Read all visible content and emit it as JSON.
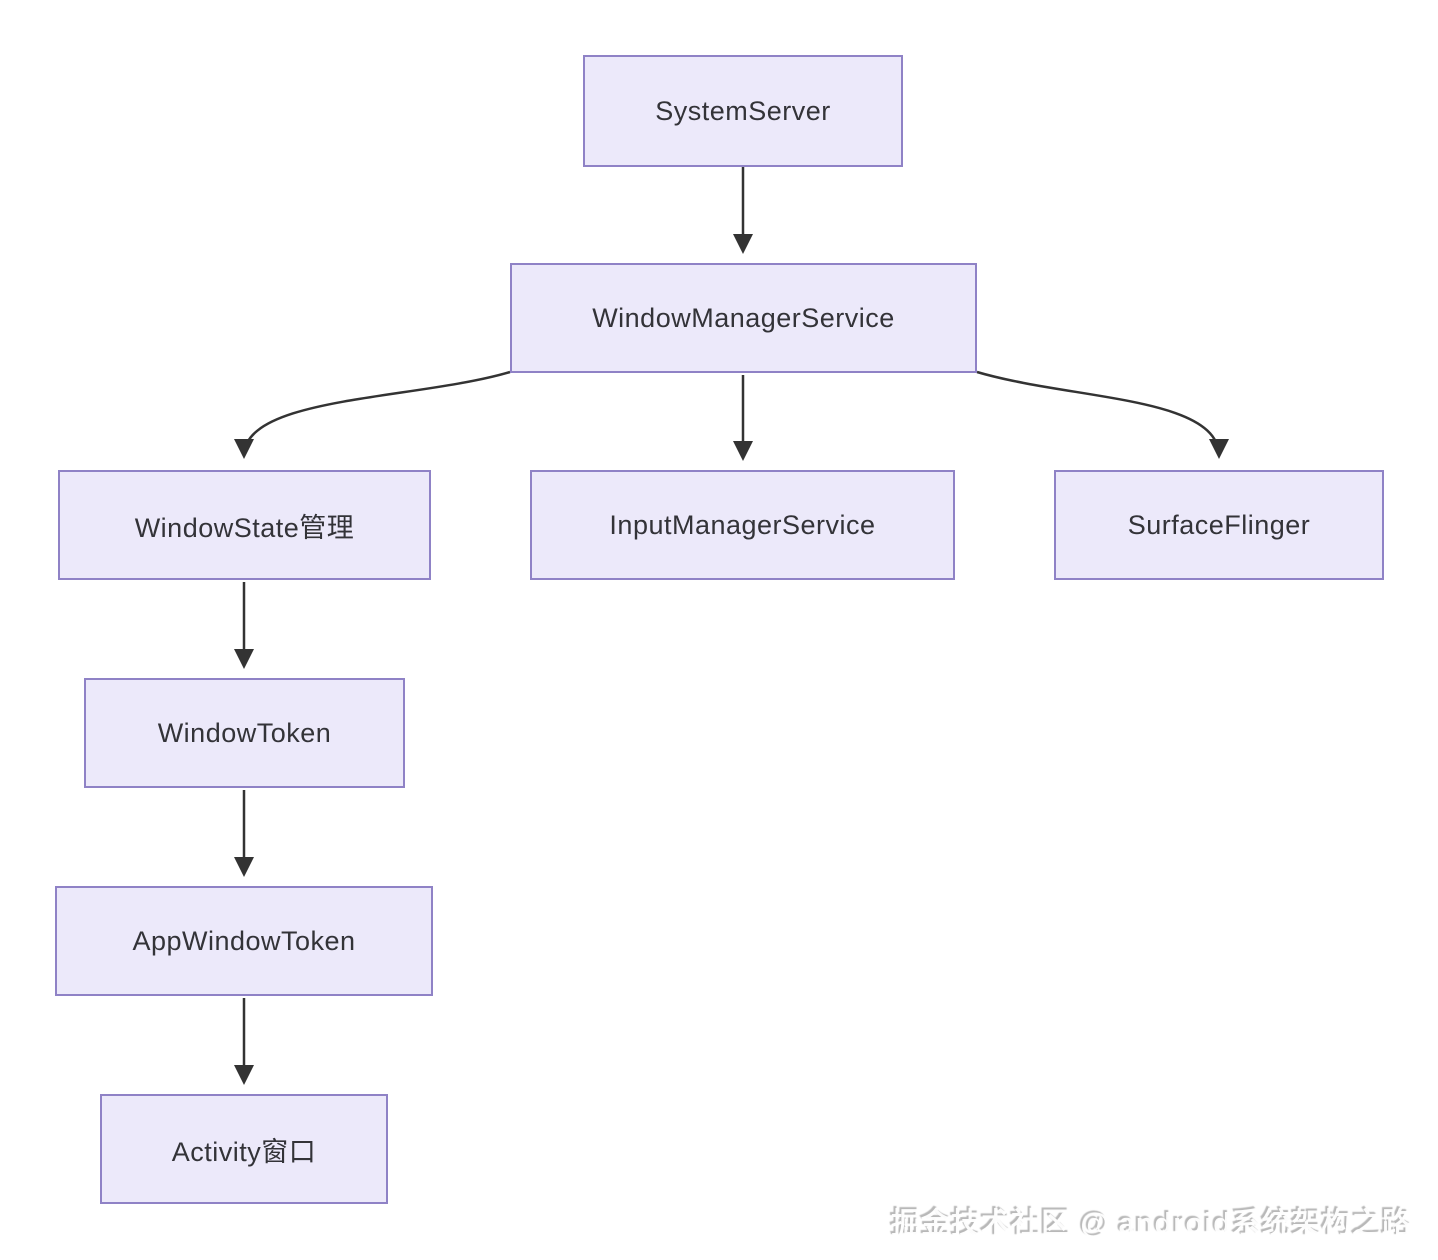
{
  "diagram": {
    "title_hint": "Android WindowManagerService architecture flowchart",
    "nodes": [
      {
        "id": "system-server",
        "label": "SystemServer"
      },
      {
        "id": "window-manager-service",
        "label": "WindowManagerService"
      },
      {
        "id": "window-state",
        "label": "WindowState管理"
      },
      {
        "id": "input-manager-service",
        "label": "InputManagerService"
      },
      {
        "id": "surface-flinger",
        "label": "SurfaceFlinger"
      },
      {
        "id": "window-token",
        "label": "WindowToken"
      },
      {
        "id": "app-window-token",
        "label": "AppWindowToken"
      },
      {
        "id": "activity-window",
        "label": "Activity窗口"
      }
    ],
    "edges": [
      {
        "from": "SystemServer",
        "to": "WindowManagerService"
      },
      {
        "from": "WindowManagerService",
        "to": "WindowState管理"
      },
      {
        "from": "WindowManagerService",
        "to": "InputManagerService"
      },
      {
        "from": "WindowManagerService",
        "to": "SurfaceFlinger"
      },
      {
        "from": "WindowState管理",
        "to": "WindowToken"
      },
      {
        "from": "WindowToken",
        "to": "AppWindowToken"
      },
      {
        "from": "AppWindowToken",
        "to": "Activity窗口"
      }
    ]
  },
  "watermark": {
    "text": "掘金技术社区 @ android系统架构之路"
  },
  "colors": {
    "node_fill": "#ece9fa",
    "node_border": "#8f82c6",
    "arrow": "#333333",
    "text": "#333338",
    "background": "#ffffff"
  }
}
